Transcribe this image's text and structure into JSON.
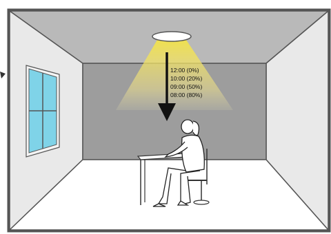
{
  "diagram": {
    "lighting_schedule": [
      {
        "text": "12:00 (0%)",
        "time": "12:00",
        "level_percent": 0
      },
      {
        "text": "10:00 (20%)",
        "time": "10:00",
        "level_percent": 20
      },
      {
        "text": "09:00 (50%)",
        "time": "09:00",
        "level_percent": 50
      },
      {
        "text": "08:00 (80%)",
        "time": "08:00",
        "level_percent": 80
      }
    ],
    "colors": {
      "ceiling": "#b9b9b9",
      "back_wall": "#9d9d9d",
      "side_walls": "#e9e9e9",
      "floor": "#ffffff",
      "light_beam": "#f2e24a",
      "window_glass": "#7fd3e8",
      "outline": "#555555"
    }
  }
}
